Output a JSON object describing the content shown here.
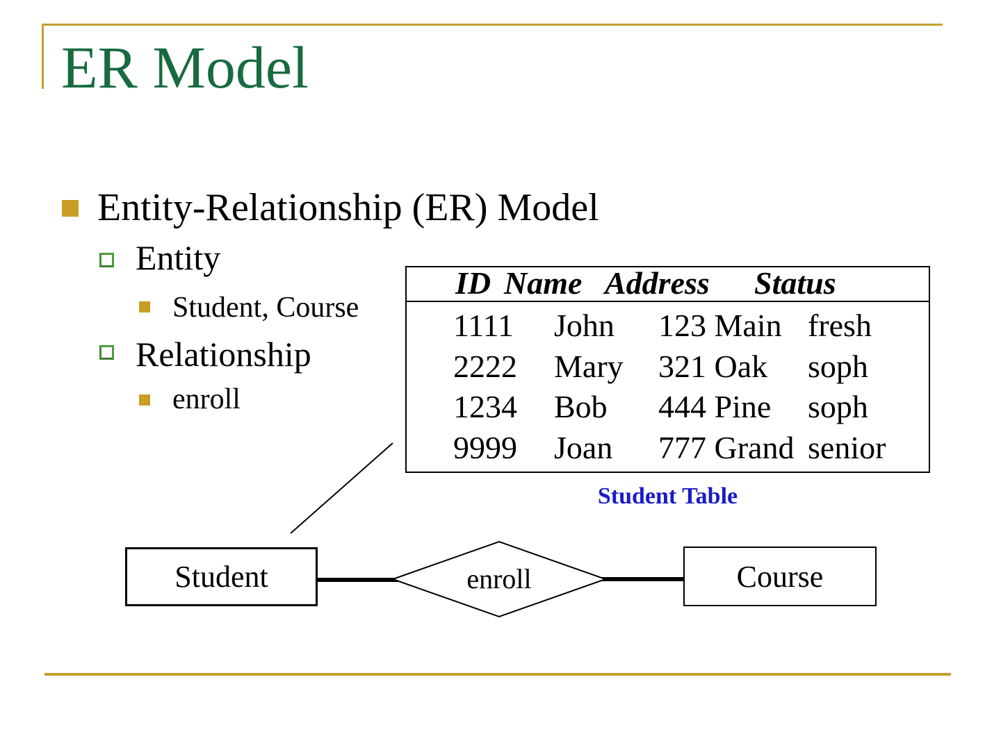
{
  "slide": {
    "title": "ER Model",
    "colors": {
      "frame_gold": "#C3A02C",
      "bullet_gold": "#C99E22",
      "bullet_green_outline": "#4F9A43",
      "title_green": "#176B3F",
      "caption_blue": "#1B1BC7"
    }
  },
  "bullets": {
    "level1": "Entity-Relationship (ER) Model",
    "entity": "Entity",
    "entity_sub": "Student, Course",
    "relationship": "Relationship",
    "relationship_sub": "enroll"
  },
  "student_table": {
    "caption": "Student Table",
    "headers": [
      "ID",
      "Name",
      "Address",
      "Status"
    ],
    "rows": [
      [
        "1111",
        "John",
        "123 Main",
        "fresh"
      ],
      [
        "2222",
        "Mary",
        "321 Oak",
        "soph"
      ],
      [
        "1234",
        "Bob",
        "444 Pine",
        "soph"
      ],
      [
        "9999",
        "Joan",
        "777 Grand",
        "senior"
      ]
    ]
  },
  "diagram": {
    "student_entity": "Student",
    "relation": "enroll",
    "course_entity": "Course"
  }
}
